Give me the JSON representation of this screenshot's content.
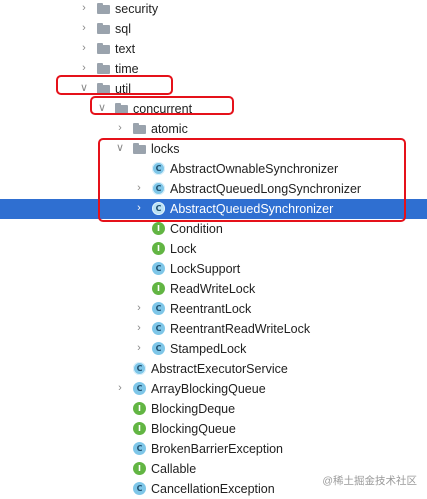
{
  "tree": [
    {
      "label": "security",
      "kind": "folder",
      "depth": 0,
      "arrow": "right"
    },
    {
      "label": "sql",
      "kind": "folder",
      "depth": 0,
      "arrow": "right"
    },
    {
      "label": "text",
      "kind": "folder",
      "depth": 0,
      "arrow": "right"
    },
    {
      "label": "time",
      "kind": "folder",
      "depth": 0,
      "arrow": "right"
    },
    {
      "label": "util",
      "kind": "folder",
      "depth": 0,
      "arrow": "down"
    },
    {
      "label": "concurrent",
      "kind": "folder",
      "depth": 1,
      "arrow": "down"
    },
    {
      "label": "atomic",
      "kind": "folder",
      "depth": 2,
      "arrow": "right"
    },
    {
      "label": "locks",
      "kind": "folder",
      "depth": 2,
      "arrow": "down"
    },
    {
      "label": "AbstractOwnableSynchronizer",
      "kind": "abstract-class",
      "depth": 3,
      "arrow": "none"
    },
    {
      "label": "AbstractQueuedLongSynchronizer",
      "kind": "abstract-class",
      "depth": 3,
      "arrow": "right"
    },
    {
      "label": "AbstractQueuedSynchronizer",
      "kind": "abstract-class",
      "depth": 3,
      "arrow": "right",
      "selected": true
    },
    {
      "label": "Condition",
      "kind": "interface",
      "depth": 3,
      "arrow": "none"
    },
    {
      "label": "Lock",
      "kind": "interface",
      "depth": 3,
      "arrow": "none"
    },
    {
      "label": "LockSupport",
      "kind": "class",
      "depth": 3,
      "arrow": "none"
    },
    {
      "label": "ReadWriteLock",
      "kind": "interface",
      "depth": 3,
      "arrow": "none"
    },
    {
      "label": "ReentrantLock",
      "kind": "class",
      "depth": 3,
      "arrow": "right"
    },
    {
      "label": "ReentrantReadWriteLock",
      "kind": "class",
      "depth": 3,
      "arrow": "right"
    },
    {
      "label": "StampedLock",
      "kind": "class",
      "depth": 3,
      "arrow": "right"
    },
    {
      "label": "AbstractExecutorService",
      "kind": "abstract-class",
      "depth": 2,
      "arrow": "none"
    },
    {
      "label": "ArrayBlockingQueue",
      "kind": "class",
      "depth": 2,
      "arrow": "right"
    },
    {
      "label": "BlockingDeque",
      "kind": "interface",
      "depth": 2,
      "arrow": "none"
    },
    {
      "label": "BlockingQueue",
      "kind": "interface",
      "depth": 2,
      "arrow": "none"
    },
    {
      "label": "BrokenBarrierException",
      "kind": "class",
      "depth": 2,
      "arrow": "none"
    },
    {
      "label": "Callable",
      "kind": "interface",
      "depth": 2,
      "arrow": "none"
    },
    {
      "label": "CancellationException",
      "kind": "class",
      "depth": 2,
      "arrow": "none"
    }
  ],
  "icon_letters": {
    "class": "C",
    "abstract-class": "C",
    "interface": "I"
  },
  "watermark": "@稀土掘金技术社区",
  "colors": {
    "selection": "#2f6fd1",
    "highlight_box": "#e5111a"
  }
}
